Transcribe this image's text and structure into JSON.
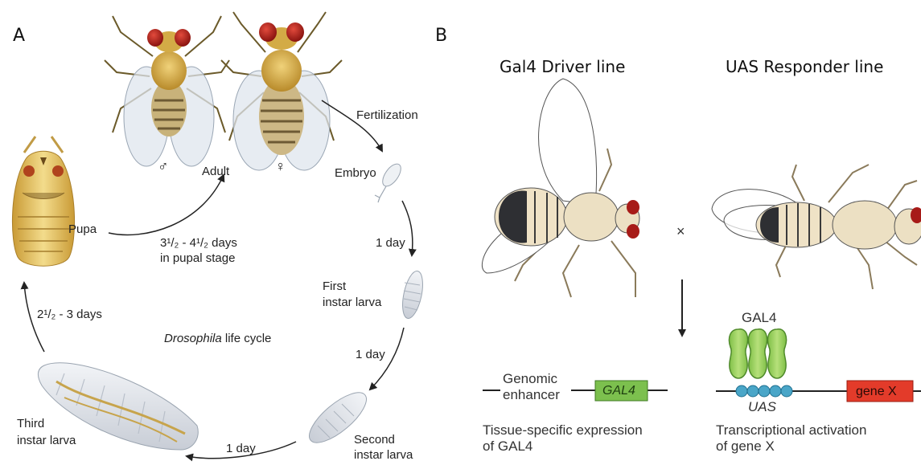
{
  "panel_a": {
    "letter": "A",
    "male_symbol": "♂",
    "female_symbol": "♀",
    "adult": "Adult",
    "fertilization": "Fertilization",
    "embryo": "Embryo",
    "day1_a": "1 day",
    "first_instar": [
      "First",
      "instar larva"
    ],
    "day1_b": "1 day",
    "second_instar": [
      "Second",
      "instar larva"
    ],
    "day1_c": "1 day",
    "third_instar": [
      "Third",
      "instar larva"
    ],
    "larva_to_pupa": "2¹/₂ - 3 days",
    "pupa": "Pupa",
    "pupal_stage": [
      "3¹/₂ - 4¹/₂ days",
      "in pupal stage"
    ],
    "cycle_title_italic": "Drosophila",
    "cycle_title_rest": " life cycle"
  },
  "panel_b": {
    "letter": "B",
    "driver_title": "Gal4 Driver line",
    "responder_title": "UAS Responder line",
    "cross_symbol": "×",
    "genomic_enhancer": [
      "Genomic",
      "enhancer"
    ],
    "gal4_box": "GAL4",
    "gal4_protein": "GAL4",
    "uas": "UAS",
    "gene_box": "gene X",
    "tissue_caption": [
      "Tissue-specific expression",
      "of GAL4"
    ],
    "activation_caption": [
      "Transcriptional activation",
      "of gene X"
    ]
  },
  "colors": {
    "fly_body": "#d8b24a",
    "fly_eye": "#b8201c",
    "gal4_box": "#7cc04e",
    "gal4_protein": "#9ed35f",
    "uas_beads": "#4aa6c8",
    "gene_box": "#e33b2a",
    "pupa": "#e2c15c"
  }
}
